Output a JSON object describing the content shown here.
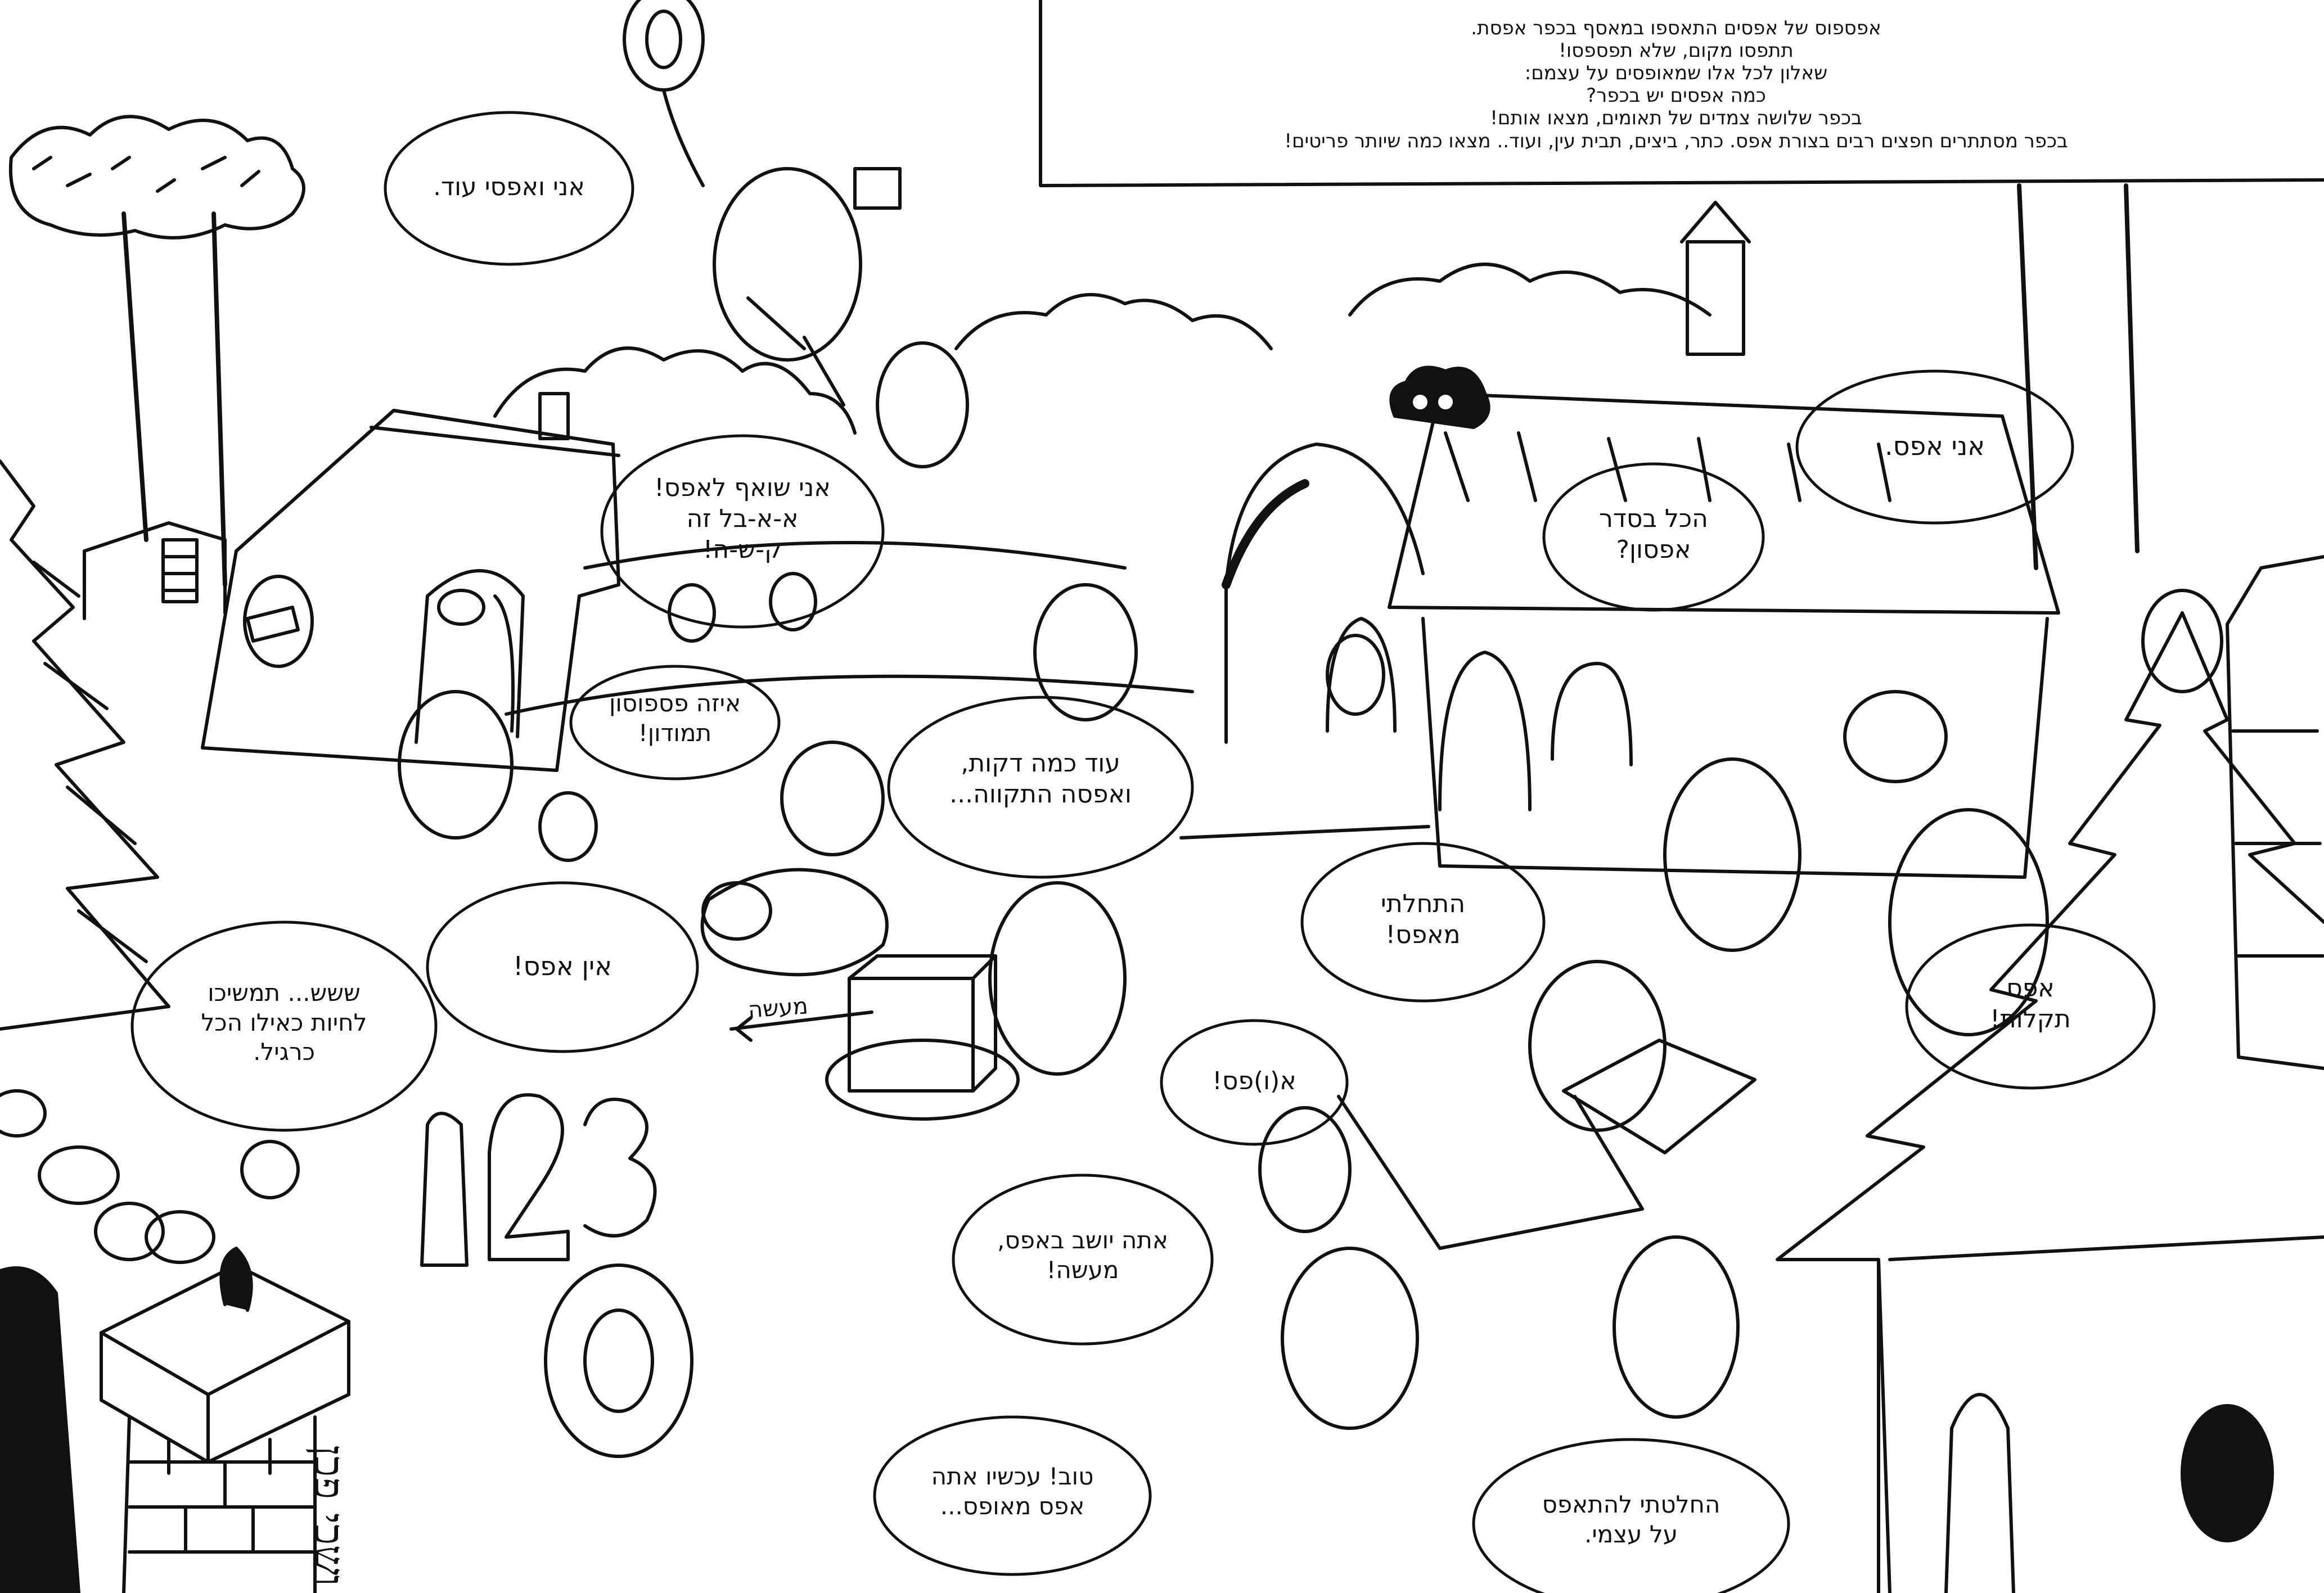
{
  "intro": {
    "lines": [
      "אפספוס של אפסים התאספו במאסף בכפר אפסת.",
      "תתפסו מקום, שלא תפספסו!",
      "שאלון לכל אלו שמאופסים על עצמם:",
      "כמה אפסים יש בכפר?",
      "בכפר שלושה צמדים של תאומים, מצאו אותם!",
      "בכפר מסתתרים חפצים רבים בצורת אפס. כתר, ביצים, תבית עין, ועוד.. מצאו כמה שיותר פריטים!"
    ]
  },
  "bubbles": {
    "me_and_zero": [
      "אני ואפסי עוד."
    ],
    "aspire_to_zero": [
      "אני שואף לאפס!",
      "א-א-בל זה",
      "ק-ש-ה!"
    ],
    "im_zero": [
      "אני אפס."
    ],
    "all_ok": [
      "הכל בסדר",
      "אפסון?"
    ],
    "fiasco": [
      "איזה פספוסון",
      "תמודון!"
    ],
    "few_minutes": [
      "עוד כמה דקות,",
      "ואפסה התקווה..."
    ],
    "started_zero": [
      "התחלתי",
      "מאפס!"
    ],
    "zero_faults": [
      "אפס",
      "תקלות!"
    ],
    "keep_living": [
      "ששש... תמשיכו",
      "לחיות כאילו הכל",
      "כרגיל."
    ],
    "no_zero": [
      "אין אפס!"
    ],
    "oops": [
      "א(ו)פס!"
    ],
    "sitting_zero": [
      "אתה יושב באפס,",
      "מעשה!"
    ],
    "now_reset": [
      "טוב! עכשיו אתה",
      "אפס מאופס..."
    ],
    "decided": [
      "החלטתי להתאפס",
      "על עצמי."
    ]
  },
  "labels": {
    "sign": "מעשה",
    "signature": "ושכי פכן"
  }
}
